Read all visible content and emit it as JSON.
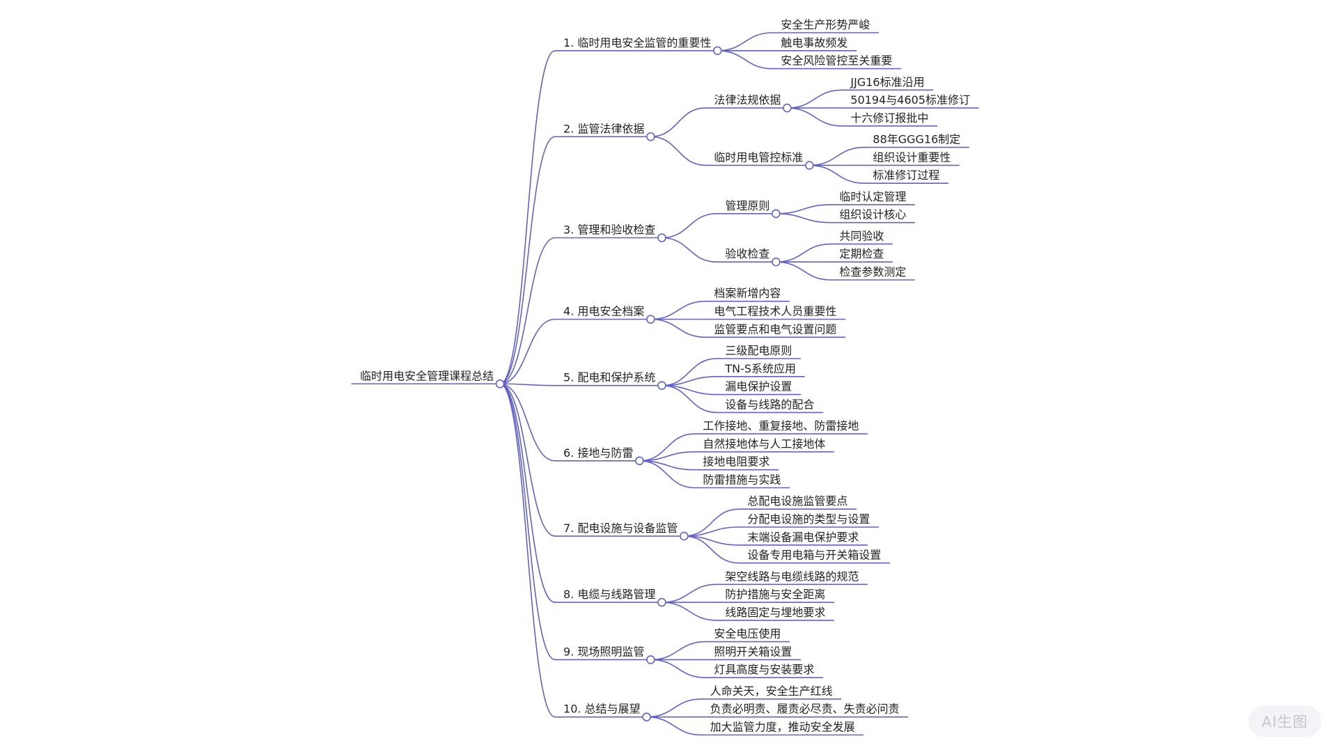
{
  "diagram": {
    "link_color": "#6262c6",
    "text_color": "#222222",
    "root": {
      "label": "临时用电安全管理课程总结",
      "children": [
        {
          "label": "1. 临时用电安全监管的重要性",
          "children": [
            {
              "label": "安全生产形势严峻"
            },
            {
              "label": "触电事故频发"
            },
            {
              "label": "安全风险管控至关重要"
            }
          ]
        },
        {
          "label": "2. 监管法律依据",
          "children": [
            {
              "label": "法律法规依据",
              "children": [
                {
                  "label": "JJG16标准沿用"
                },
                {
                  "label": "50194与4605标准修订"
                },
                {
                  "label": "十六修订报批中"
                }
              ]
            },
            {
              "label": "临时用电管控标准",
              "children": [
                {
                  "label": "88年GGG16制定"
                },
                {
                  "label": "组织设计重要性"
                },
                {
                  "label": "标准修订过程"
                }
              ]
            }
          ]
        },
        {
          "label": "3. 管理和验收检查",
          "children": [
            {
              "label": "管理原则",
              "children": [
                {
                  "label": "临时认定管理"
                },
                {
                  "label": "组织设计核心"
                }
              ]
            },
            {
              "label": "验收检查",
              "children": [
                {
                  "label": "共同验收"
                },
                {
                  "label": "定期检查"
                },
                {
                  "label": "检查参数测定"
                }
              ]
            }
          ]
        },
        {
          "label": "4. 用电安全档案",
          "children": [
            {
              "label": "档案新增内容"
            },
            {
              "label": "电气工程技术人员重要性"
            },
            {
              "label": "监管要点和电气设置问题"
            }
          ]
        },
        {
          "label": "5. 配电和保护系统",
          "children": [
            {
              "label": "三级配电原则"
            },
            {
              "label": "TN-S系统应用"
            },
            {
              "label": "漏电保护设置"
            },
            {
              "label": "设备与线路的配合"
            }
          ]
        },
        {
          "label": "6. 接地与防雷",
          "children": [
            {
              "label": "工作接地、重复接地、防雷接地"
            },
            {
              "label": "自然接地体与人工接地体"
            },
            {
              "label": "接地电阻要求"
            },
            {
              "label": "防雷措施与实践"
            }
          ]
        },
        {
          "label": "7. 配电设施与设备监管",
          "children": [
            {
              "label": "总配电设施监管要点"
            },
            {
              "label": "分配电设施的类型与设置"
            },
            {
              "label": "末端设备漏电保护要求"
            },
            {
              "label": "设备专用电箱与开关箱设置"
            }
          ]
        },
        {
          "label": "8. 电缆与线路管理",
          "children": [
            {
              "label": "架空线路与电缆线路的规范"
            },
            {
              "label": "防护措施与安全距离"
            },
            {
              "label": "线路固定与埋地要求"
            }
          ]
        },
        {
          "label": "9. 现场照明监管",
          "children": [
            {
              "label": "安全电压使用"
            },
            {
              "label": "照明开关箱设置"
            },
            {
              "label": "灯具高度与安装要求"
            }
          ]
        },
        {
          "label": "10. 总结与展望",
          "children": [
            {
              "label": "人命关天，安全生产红线"
            },
            {
              "label": "负责必明责、履责必尽责、失责必问责"
            },
            {
              "label": "加大监管力度，推动安全发展"
            }
          ]
        }
      ]
    }
  },
  "watermark": {
    "text": "AI生图"
  }
}
